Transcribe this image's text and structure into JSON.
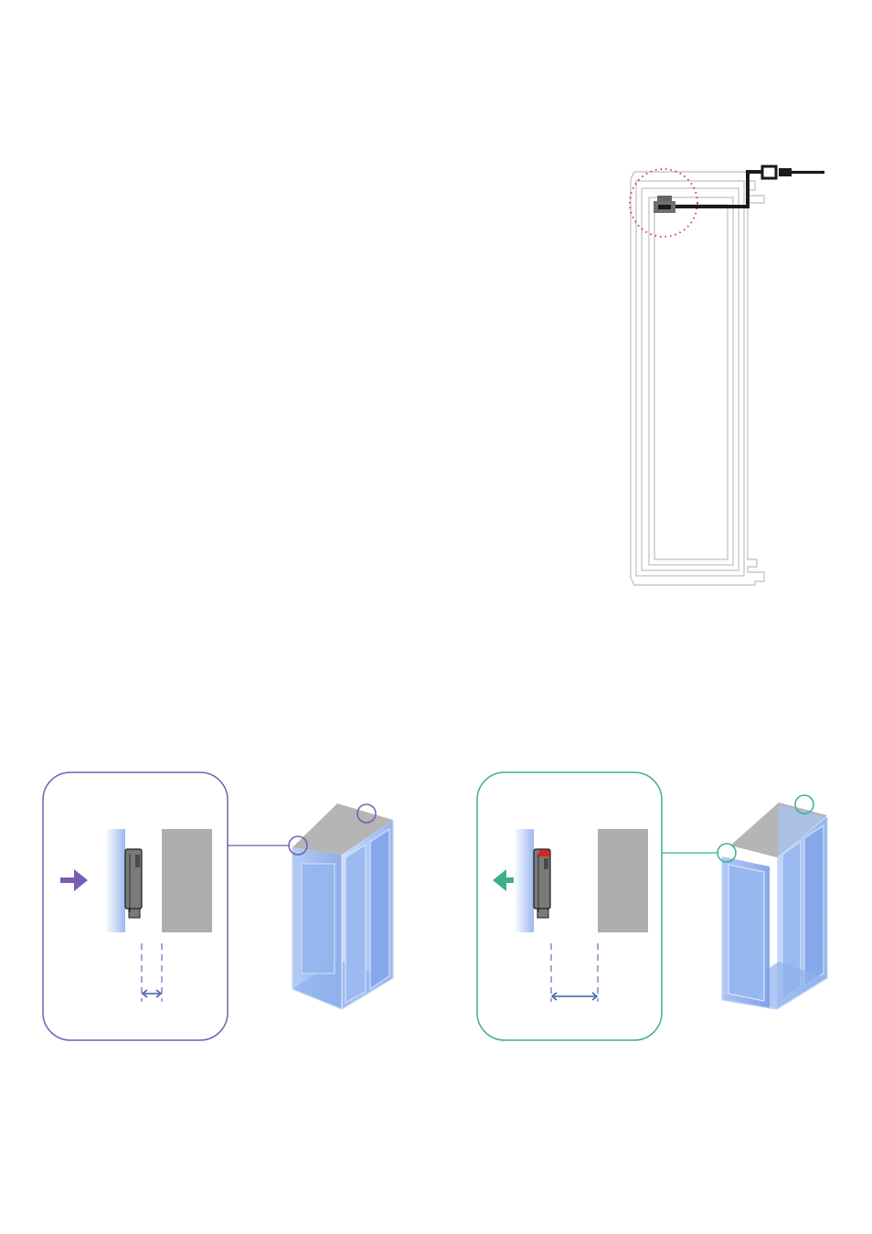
{
  "colors": {
    "closed_accent": "#7b5bb3",
    "open_accent": "#3fae8c",
    "frame_line": "#c8c8c8",
    "cable": "#1a1a1a",
    "sensor_body": "#7a7a7a",
    "magnet_grey": "#adadad",
    "gap_dim": "#3c5aa6",
    "cabinet_blue": "#8fb3ee",
    "alert_red": "#e02020",
    "detail_ring": "#d0303a"
  },
  "icons": {
    "closed_arrow": "arrow-right-icon",
    "open_arrow": "arrow-left-icon"
  },
  "states": [
    {
      "id": "closed",
      "direction": "right",
      "gap": "small",
      "indicator": "off"
    },
    {
      "id": "open",
      "direction": "left",
      "gap": "large",
      "indicator": "on"
    }
  ]
}
